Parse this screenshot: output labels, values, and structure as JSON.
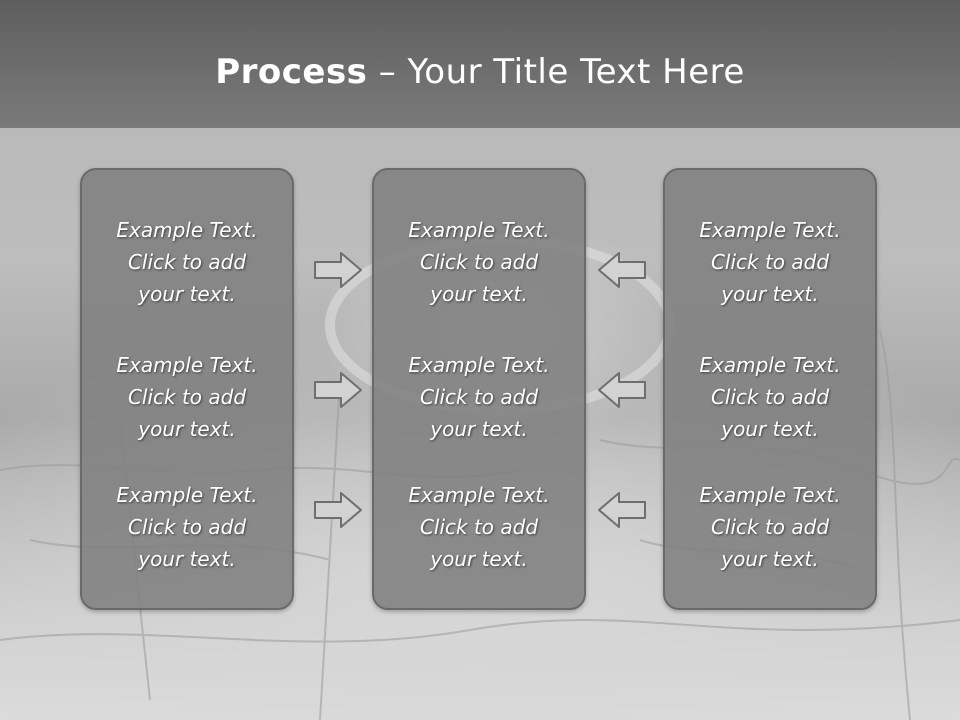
{
  "title": {
    "bold": "Process",
    "rest": " – Your Title Text Here"
  },
  "panels": [
    {
      "blocks": [
        {
          "line1": "Example Text.",
          "line2": "Click  to add",
          "line3": "your text."
        },
        {
          "line1": "Example Text.",
          "line2": "Click  to add",
          "line3": "your text."
        },
        {
          "line1": "Example Text.",
          "line2": "Click  to add",
          "line3": "your text."
        }
      ]
    },
    {
      "blocks": [
        {
          "line1": "Example Text.",
          "line2": "Click  to add",
          "line3": "your text."
        },
        {
          "line1": "Example Text.",
          "line2": "Click  to add",
          "line3": "your text."
        },
        {
          "line1": "Example Text.",
          "line2": "Click  to add",
          "line3": "your text."
        }
      ]
    },
    {
      "blocks": [
        {
          "line1": "Example Text.",
          "line2": "Click  to add",
          "line3": "your text."
        },
        {
          "line1": "Example Text.",
          "line2": "Click  to add",
          "line3": "your text."
        },
        {
          "line1": "Example Text.",
          "line2": "Click  to add",
          "line3": "your text."
        }
      ]
    }
  ],
  "arrows": {
    "left_column": [
      "right-arrow-icon",
      "right-arrow-icon",
      "right-arrow-icon"
    ],
    "right_column": [
      "left-arrow-icon",
      "left-arrow-icon",
      "left-arrow-icon"
    ]
  },
  "colors": {
    "panel_fill": "#808080",
    "panel_border": "#6a6a6a",
    "title_bar": "#666666",
    "text": "#ffffff"
  }
}
